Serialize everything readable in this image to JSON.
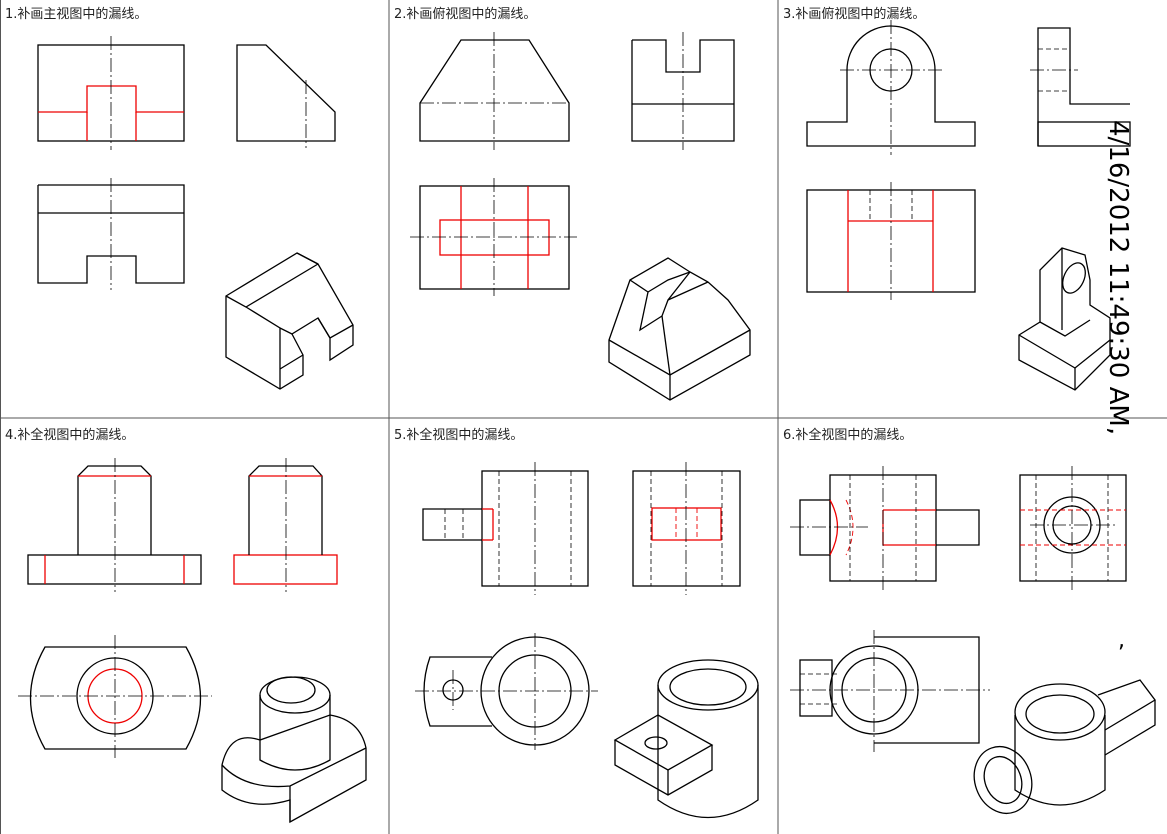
{
  "problems": [
    {
      "label": "1.补画主视图中的漏线。"
    },
    {
      "label": "2.补画俯视图中的漏线。"
    },
    {
      "label": "3.补画俯视图中的漏线。"
    },
    {
      "label": "4.补全视图中的漏线。"
    },
    {
      "label": "5.补全视图中的漏线。"
    },
    {
      "label": "6.补全视图中的漏线。"
    }
  ],
  "timestamp": "4/16/2012 11:49:30 AM,",
  "stray_mark": ",",
  "colors": {
    "line": "#000000",
    "answer": "#e00000"
  }
}
